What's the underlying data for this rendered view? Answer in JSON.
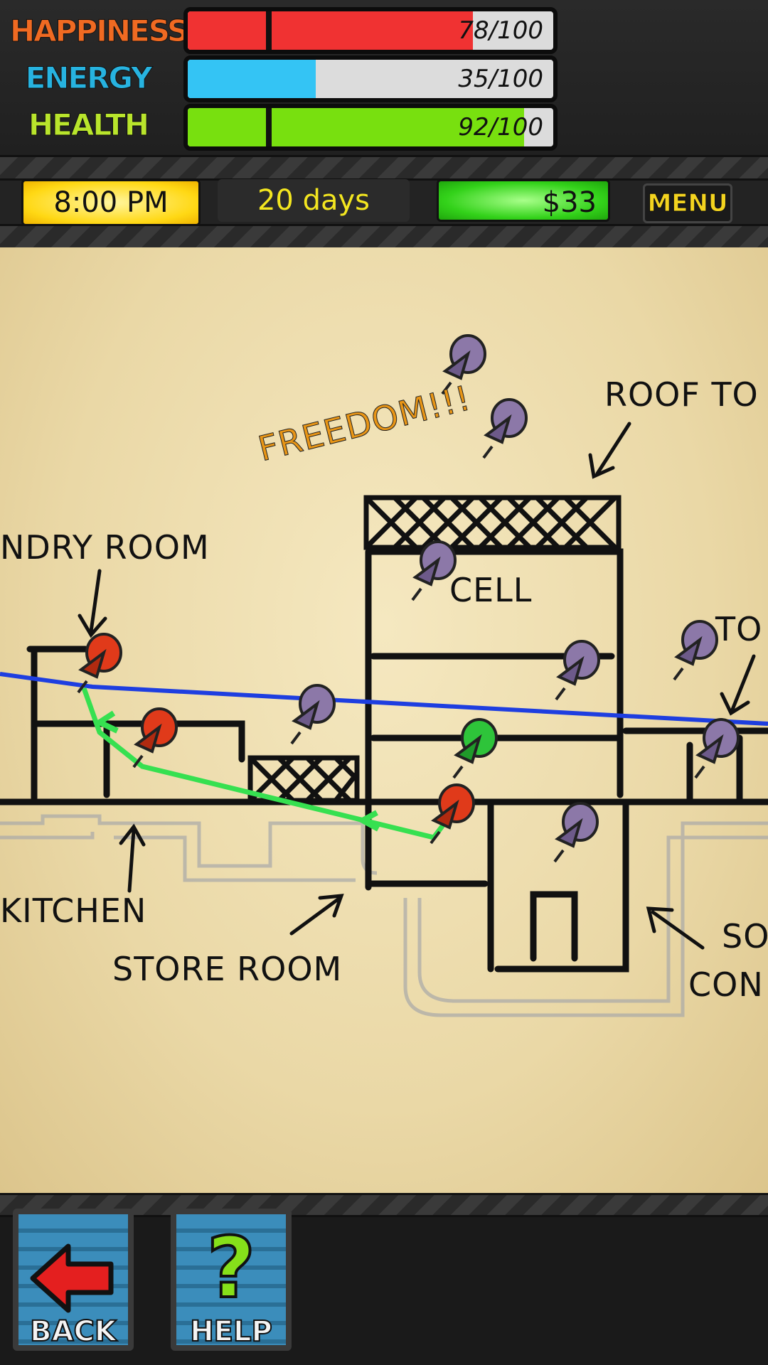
{
  "stats": {
    "happiness": {
      "label": "HAPPINESS",
      "value": 78,
      "max": 100,
      "text": "78/100",
      "color": "#f03232",
      "label_color": "#f06a22"
    },
    "energy": {
      "label": "ENERGY",
      "value": 35,
      "max": 100,
      "text": "35/100",
      "color": "#34c4f4",
      "label_color": "#27b3e0"
    },
    "health": {
      "label": "HEALTH",
      "value": 92,
      "max": 100,
      "text": "92/100",
      "color": "#78e00f",
      "label_color": "#b9e52c"
    }
  },
  "hud": {
    "time": "8:00 PM",
    "days": "20 days",
    "money": "$33",
    "menu": "MENU"
  },
  "map": {
    "annotations": [
      "FREEDOM!!!",
      "ROOF TO",
      "NDRY ROOM",
      "CELL",
      "TO",
      "KITCHEN",
      "STORE ROOM",
      "SO",
      "CON"
    ]
  },
  "buttons": {
    "back": "BACK",
    "help": "HELP",
    "help_glyph": "?"
  },
  "colors": {
    "route_blue": "#1e3ee0",
    "route_green": "#36e050",
    "pin_purple": "#8c78a8",
    "pin_red": "#e03a1a",
    "pin_green": "#2ec43a"
  }
}
